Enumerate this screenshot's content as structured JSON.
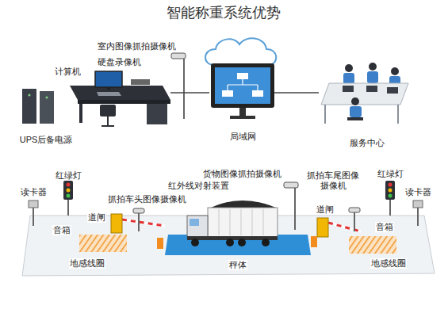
{
  "diagram": {
    "title": "智能称重系统优势",
    "labels": [
      "室内图像抓拍摄像机",
      "硬盘录像机",
      "计算机",
      "UPS后备电源",
      "局域网",
      "服务中心",
      "红绿灯",
      "读卡器",
      "抓拍车头图像摄像机",
      "红外线对射装置",
      "货物图像抓拍摄像机",
      "抓拍车尾图像摄像机",
      "红绿灯",
      "读卡器",
      "道闸",
      "道闸",
      "音箱",
      "音箱",
      "地感线圈",
      "地感线圈",
      "秤体"
    ]
  }
}
